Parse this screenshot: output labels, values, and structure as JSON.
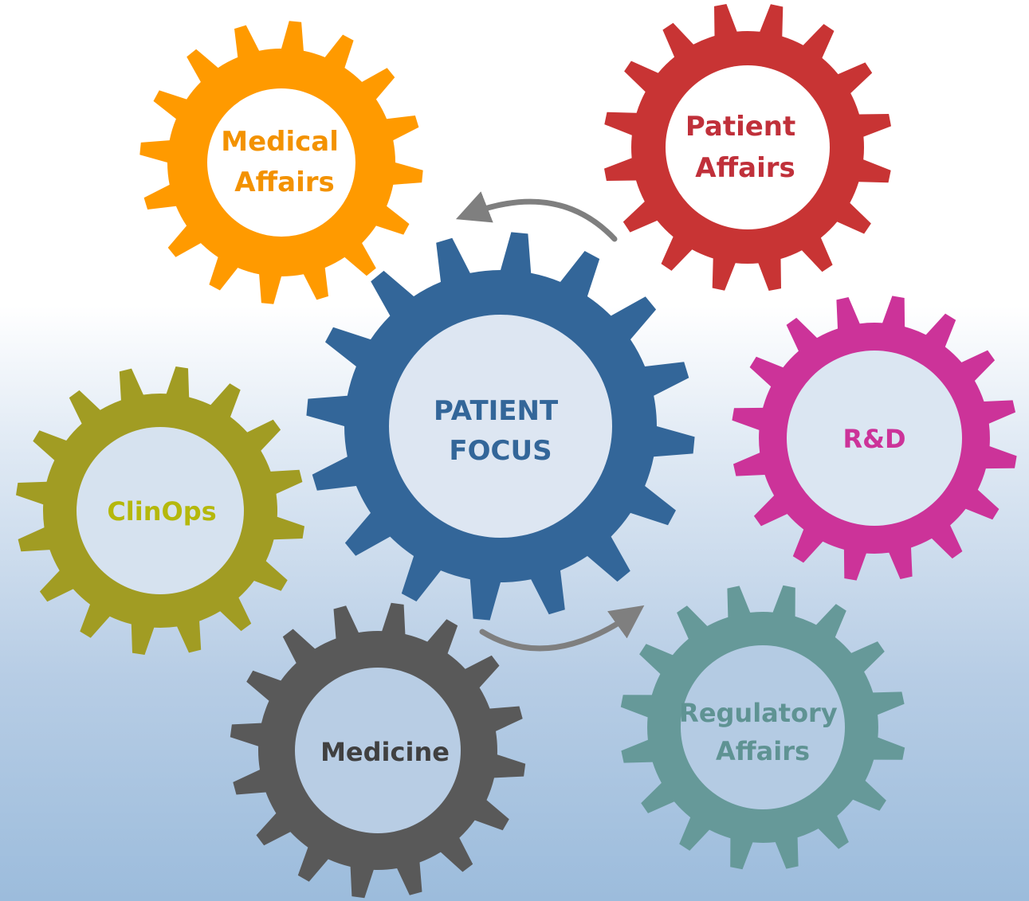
{
  "center_gear": {
    "label_lines": [
      "PATIENT",
      "FOCUS"
    ],
    "color": "#336699",
    "text_color": "#336699",
    "inner_fill": "#dde6f2"
  },
  "gears": [
    {
      "id": "medical-affairs",
      "label_lines": [
        "Medical",
        "Affairs"
      ],
      "color": "#ff9a00",
      "text_color": "#f39200",
      "inner_fill": "#ffffff"
    },
    {
      "id": "patient-affairs",
      "label_lines": [
        "Patient",
        "Affairs"
      ],
      "color": "#c83434",
      "text_color": "#c0303a",
      "inner_fill": "#ffffff"
    },
    {
      "id": "r-and-d",
      "label_lines": [
        "R&D"
      ],
      "color": "#cc3399",
      "text_color": "#cc3399",
      "inner_fill": "#dbe6f2"
    },
    {
      "id": "clinops",
      "label_lines": [
        "ClinOps"
      ],
      "color": "#a19c23",
      "text_color": "#b5b80c",
      "inner_fill": "#d6e2ef"
    },
    {
      "id": "medicine",
      "label_lines": [
        "Medicine"
      ],
      "color": "#595959",
      "text_color": "#404040",
      "inner_fill": "#b8cde4"
    },
    {
      "id": "regulatory-affairs",
      "label_lines": [
        "Regulatory",
        "Affairs"
      ],
      "color": "#669999",
      "text_color": "#5f9393",
      "inner_fill": "#b4cbe3"
    }
  ],
  "arrows": [
    {
      "id": "arrow-top",
      "direction": "from Patient Affairs toward Medical Affairs",
      "color": "#7f7f7f"
    },
    {
      "id": "arrow-bottom",
      "direction": "from Patient Focus toward Regulatory Affairs",
      "color": "#7f7f7f"
    }
  ]
}
